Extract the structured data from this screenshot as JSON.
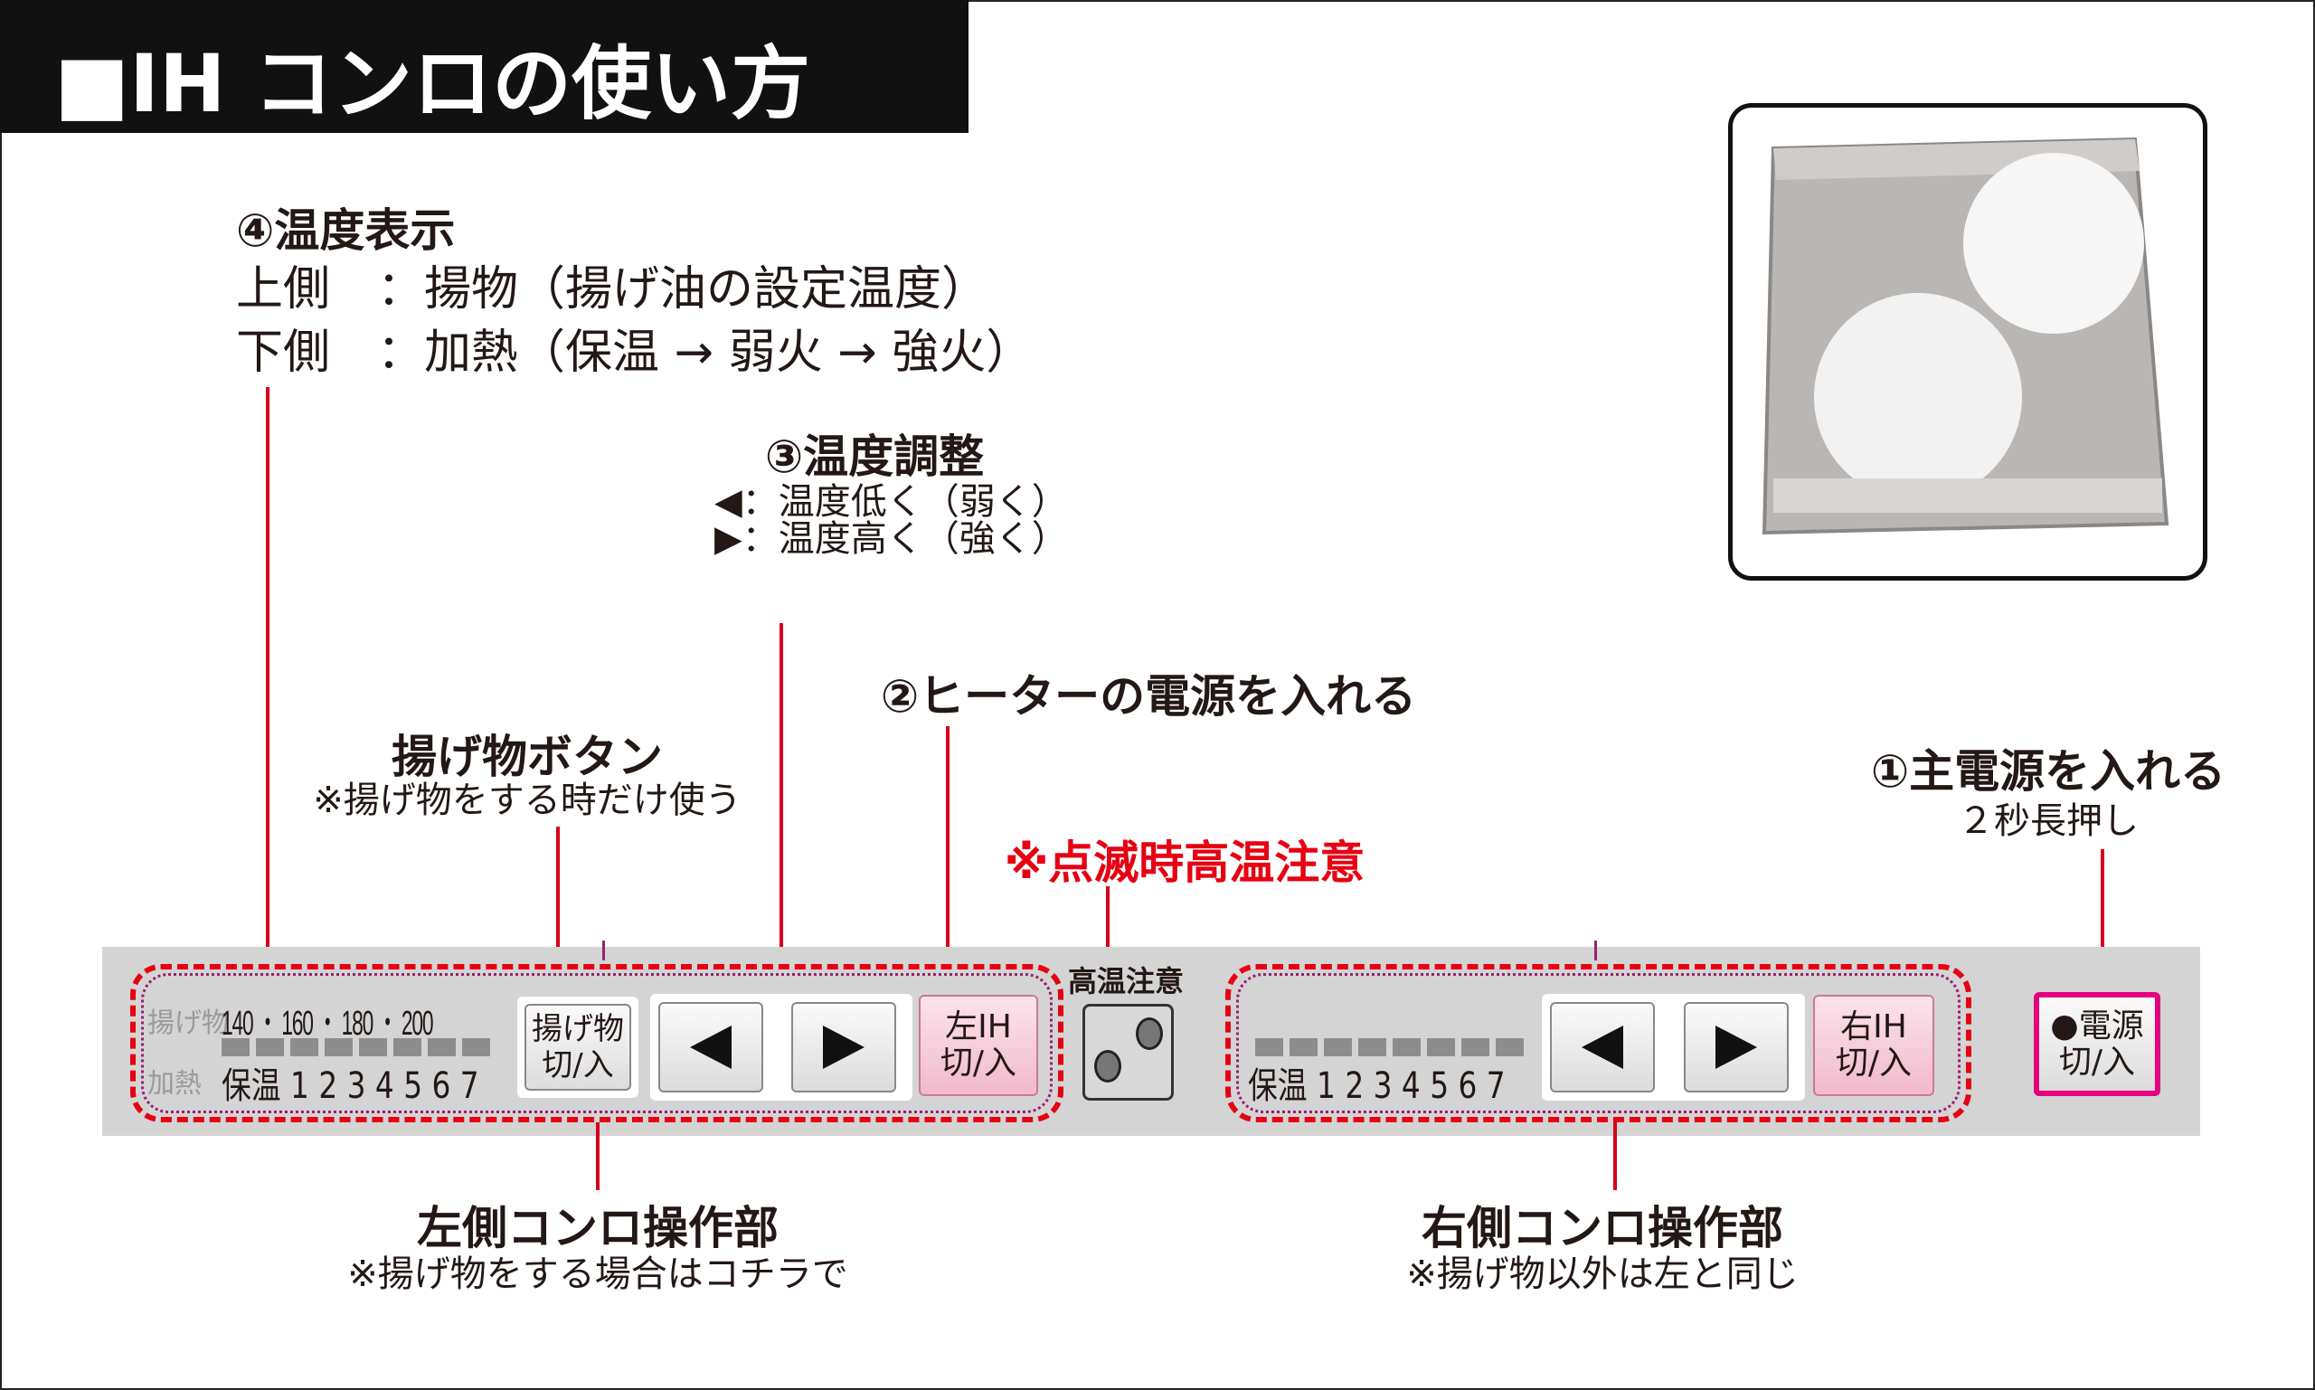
{
  "title": "■IH コンロの使い方",
  "temp_display": {
    "heading": "④温度表示",
    "upper": "上側　：揚物（揚げ油の設定温度）",
    "lower": "下側　：加熱（保温 → 弱火 → 強火）"
  },
  "temp_adjust": {
    "heading": "③温度調整",
    "down": "◀：温度低く（弱く）",
    "up": "▶：温度高く（強く）"
  },
  "heater_power": {
    "heading": "②ヒーターの電源を入れる"
  },
  "fry_button": {
    "heading": "揚げ物ボタン",
    "note": "※揚げ物をする時だけ使う"
  },
  "hot_warning": {
    "heading": "※点滅時高温注意"
  },
  "main_power": {
    "heading": "①主電源を入れる",
    "note": "２秒長押し"
  },
  "left_section": {
    "heading": "左側コンロ操作部",
    "note": "※揚げ物をする場合はコチラで"
  },
  "right_section": {
    "heading": "右側コンロ操作部",
    "note": "※揚げ物以外は左と同じ"
  },
  "panel": {
    "fry_label": "揚げ物",
    "fry_temps": "140 ・ 160 ・ 180 ・ 200",
    "heat_label": "加熱",
    "levels": "保温 1 2 3 4 5 6 7",
    "fry_btn_1": "揚げ物",
    "fry_btn_2": "切/入",
    "left_ih_1": "左IH",
    "left_ih_2": "切/入",
    "right_ih_1": "右IH",
    "right_ih_2": "切/入",
    "hot_label": "高温注意",
    "power_1": "●電源",
    "power_2": "切/入",
    "arrow_left": "◀",
    "arrow_right": "▶"
  },
  "colors": {
    "accent": "#e60012",
    "panel": "#d4d4d4",
    "power_border": "#e4007f"
  }
}
